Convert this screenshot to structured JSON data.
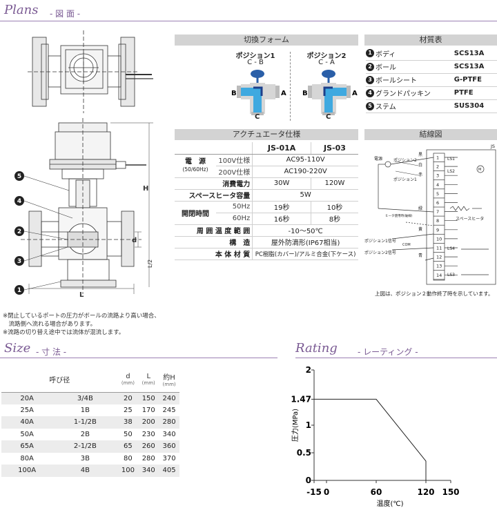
{
  "plans": {
    "title": "Plans",
    "subtitle": "- 図 面 -",
    "dim_labels": [
      "H",
      "d",
      "L/2",
      "L"
    ],
    "callouts": [
      "5",
      "4",
      "2",
      "3",
      "1"
    ],
    "notes": [
      "※閉止しているポートの圧力がボールの流路より高い場合、",
      "　流路側へ流れる場合があります。",
      "※流路の切り替え途中では流体が混流します。"
    ]
  },
  "switching": {
    "title": "切換フォーム",
    "pos1": {
      "label": "ポジション1",
      "flow": "C - B",
      "ports": [
        "B",
        "A",
        "C"
      ]
    },
    "pos2": {
      "label": "ポジション2",
      "flow": "C - A",
      "ports": [
        "B",
        "A",
        "C"
      ]
    }
  },
  "materials": {
    "title": "材質表",
    "rows": [
      {
        "num": "1",
        "part": "ボディ",
        "material": "SCS13A"
      },
      {
        "num": "2",
        "part": "ボール",
        "material": "SCS13A"
      },
      {
        "num": "3",
        "part": "ボールシート",
        "material": "G-PTFE"
      },
      {
        "num": "4",
        "part": "グランドパッキン",
        "material": "PTFE"
      },
      {
        "num": "5",
        "part": "ステム",
        "material": "SUS304"
      }
    ]
  },
  "actuator": {
    "title": "アクチュエータ仕様",
    "models": [
      "JS-01A",
      "JS-03"
    ],
    "power_label": "電　源",
    "power_sub": "(50/60Hz)",
    "v100_label": "100V仕様",
    "v100_value": "AC95-110V",
    "v200_label": "200V仕様",
    "v200_value": "AC190-220V",
    "consumption_label": "消費電力",
    "consumption": [
      "30W",
      "120W"
    ],
    "heater_label": "スペースヒータ容量",
    "heater_value": "5W",
    "time_label": "開閉時間",
    "hz50_label": "50Hz",
    "hz50": [
      "19秒",
      "10秒"
    ],
    "hz60_label": "60Hz",
    "hz60": [
      "16秒",
      "8秒"
    ],
    "temp_label": "周 囲 温 度 範 囲",
    "temp_value": "-10〜50℃",
    "struct_label": "構　造",
    "struct_value": "屋外防滴形(IP67相当)",
    "material_label": "本 体 材 質",
    "material_value": "PC樹脂(カバー)/アルミ合金(下ケース)"
  },
  "wiring": {
    "title": "結線図",
    "js": "JS",
    "terminals": [
      "1",
      "2",
      "3",
      "4",
      "5",
      "6",
      "7",
      "8",
      "9",
      "10",
      "11",
      "12",
      "13",
      "14"
    ],
    "labels": {
      "power": "電源",
      "pos2": "ポジション2",
      "pos1": "ポジション1",
      "black": "黒",
      "white": "白",
      "red": "赤",
      "green": "緑",
      "yellow": "黄",
      "blue": "青",
      "ls1": "LS1",
      "ls2": "LS2",
      "ls3": "LS3",
      "ls4": "LS4",
      "m": "M",
      "heater_note": "ヒータ使用時(破線)",
      "heater": "スペースヒータ",
      "sig1": "ポジション1信号",
      "sig2": "ポジション2信号",
      "com": "COM"
    },
    "caption": "上図は、ポジション２動作終了時を示しています。"
  },
  "size": {
    "title": "Size",
    "subtitle": "- 寸 法 -",
    "headers": {
      "nominal": "呼び径",
      "d": "d",
      "L": "L",
      "H": "約H",
      "unit": "(mm)"
    },
    "rows": [
      [
        "20A",
        "3/4B",
        "20",
        "150",
        "240"
      ],
      [
        "25A",
        "1B",
        "25",
        "170",
        "245"
      ],
      [
        "40A",
        "1-1/2B",
        "38",
        "200",
        "280"
      ],
      [
        "50A",
        "2B",
        "50",
        "230",
        "340"
      ],
      [
        "65A",
        "2-1/2B",
        "65",
        "260",
        "360"
      ],
      [
        "80A",
        "3B",
        "80",
        "280",
        "370"
      ],
      [
        "100A",
        "4B",
        "100",
        "340",
        "405"
      ]
    ]
  },
  "rating": {
    "title": "Rating",
    "subtitle": "- レーティング -"
  },
  "chart_data": {
    "type": "line",
    "xlabel": "温度(℃)",
    "ylabel": "圧力(MPa)",
    "xlim": [
      -15,
      150
    ],
    "ylim": [
      0,
      2
    ],
    "xticks": [
      "-15",
      "0",
      "60",
      "120",
      "150"
    ],
    "yticks": [
      "0",
      "0.5",
      "1",
      "1.47",
      "2"
    ],
    "grid": false,
    "series": [
      {
        "x": [
          -15,
          60,
          120,
          120
        ],
        "y": [
          1.47,
          1.47,
          0.35,
          0
        ]
      }
    ]
  }
}
